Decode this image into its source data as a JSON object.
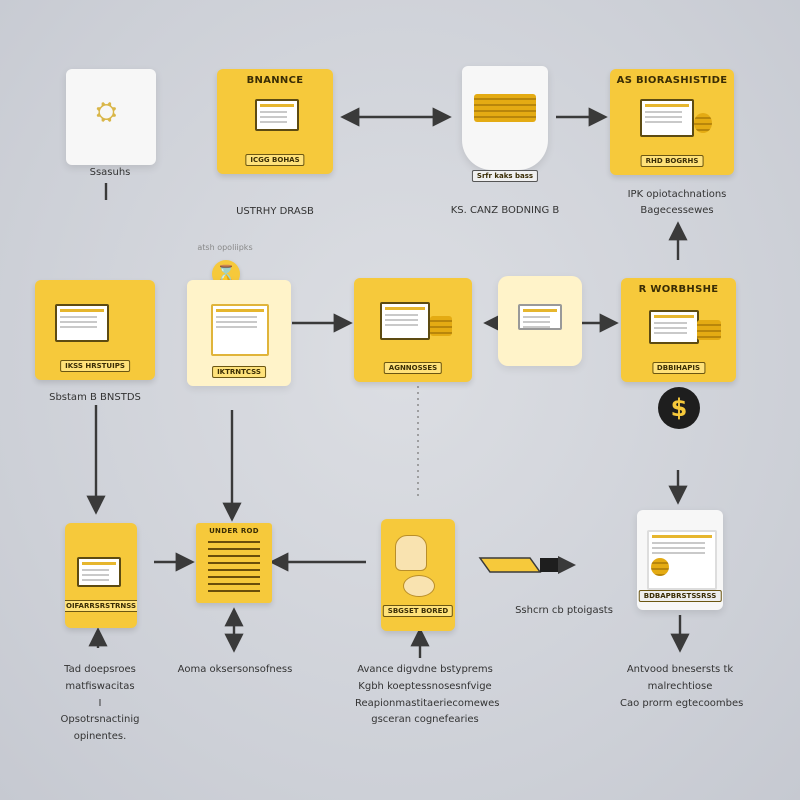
{
  "nodes": {
    "n1": {
      "caption": "Ssasuhs"
    },
    "n2": {
      "title": "BNANNCE",
      "tag": "ICGG BOHAS",
      "caption": "USTRHY DRASB"
    },
    "n3": {
      "tag": "Srfr kaks bass",
      "caption": "KS. CANZ BODNING B"
    },
    "n4": {
      "title": "AS BIORASHISTIDE",
      "tag": "RHD BOGRHS",
      "caption_lines": [
        "IPK opiotachnations",
        "Bagecessewes"
      ]
    },
    "n5": {
      "tag": "IKSS HRSTUIPS",
      "caption": "Sbstam B BNSTDS"
    },
    "n6": {
      "tag": "IKTRNTCSS"
    },
    "n7": {
      "tag": "AGNNOSSES"
    },
    "n8": {},
    "n9": {
      "title": "R WORBHSHE",
      "tag": "DBBIHAPIS"
    },
    "n10": {
      "tag": "OIFARRSRSTRNSS",
      "caption_lines": [
        "Tad doepsroes",
        "matfiswacitas",
        "I",
        "Opsotrsnactinig",
        "opinentes."
      ]
    },
    "n11": {
      "title": "UNDER ROD",
      "caption": "Aoma oksersonsofness"
    },
    "n12": {
      "tag": "SBGSET BORED",
      "caption_lines": [
        "Avance digvdne bstyprems",
        "Kgbh koeptessnosesnfvige",
        "Reapionmastitaeriecomewes",
        "gsceran cognefearies"
      ]
    },
    "n13": {
      "caption": "Sshcrn cb ptoigasts"
    },
    "n14": {
      "tag": "BDBAPBRSTSSRSS",
      "caption_lines": [
        "Antvood bnesersts tk",
        "malrechtiose",
        "Cao prorm egtecoombes"
      ]
    },
    "floating_label": "atsh opoliipks"
  },
  "icons": {
    "center_badge": "hourglass-icon",
    "right_badge": "dollar-icon"
  },
  "colors": {
    "accent": "#f6c93b",
    "background": "#cfd2d9",
    "dark": "#1e1e1e",
    "text": "#333333"
  }
}
